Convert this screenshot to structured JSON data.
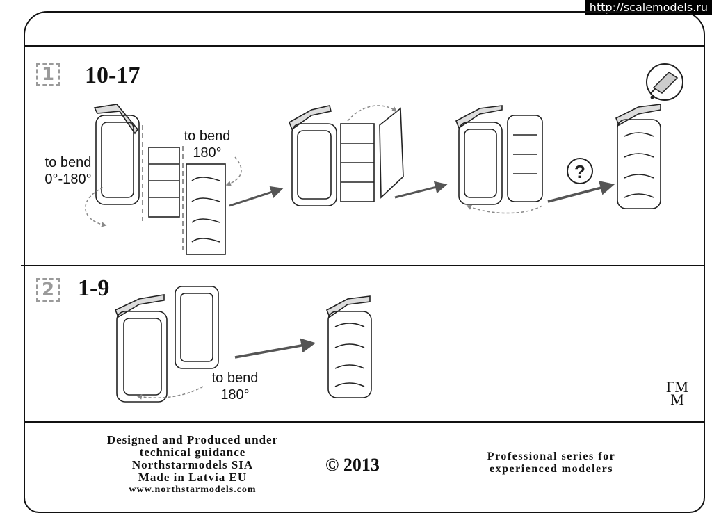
{
  "watermark": "http://scalemodels.ru",
  "steps": [
    {
      "number": "1",
      "parts": "10-17",
      "notes": [
        "to bend\n0°-180°",
        "to bend\n180°"
      ]
    },
    {
      "number": "2",
      "parts": "1-9",
      "notes": [
        "to bend\n180°"
      ]
    }
  ],
  "question_mark": "?",
  "icons": [
    "glue-tube-icon",
    "question-icon",
    "arrow-icon",
    "bend-arrow-icon"
  ],
  "footer": {
    "line1": "Designed and Produced under",
    "line2": "technical guidance",
    "line3": "Northstarmodels SIA",
    "line4": "Made in Latvia EU",
    "website": "www.northstarmodels.com",
    "copyright": "© 2013",
    "series_line1": "Professional series for",
    "series_line2": "experienced modelers",
    "logo_top": "ГМ",
    "logo_bottom": "М"
  }
}
